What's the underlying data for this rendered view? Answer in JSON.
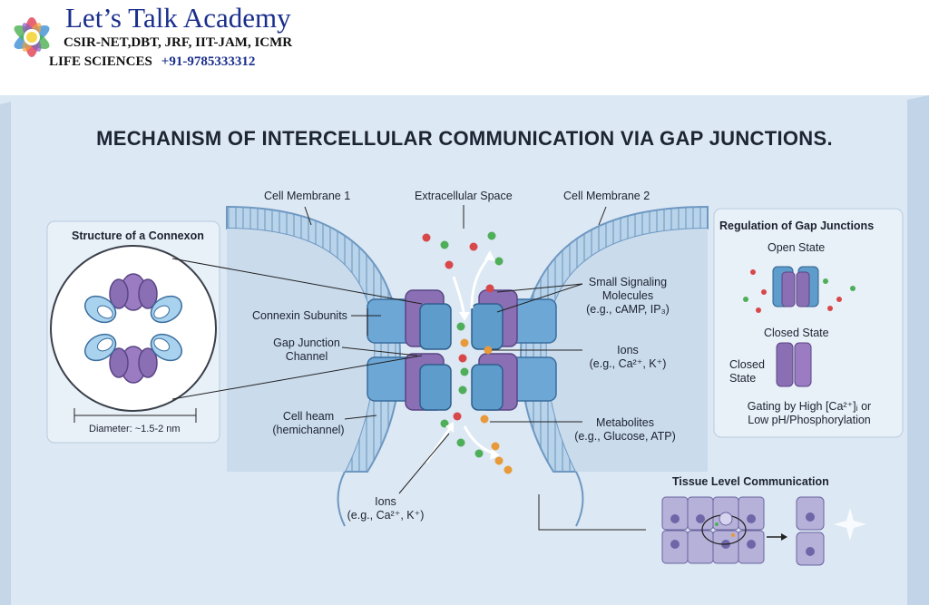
{
  "header": {
    "title": "Let’s Talk Academy",
    "subtitle_line1": "CSIR-NET,DBT, JRF, IIT-JAM, ICMR",
    "subtitle_line2": "LIFE SCIENCES",
    "phone": "+91-9785333312"
  },
  "diagram": {
    "title": "MECHANISM OF INTERCELLULAR COMMUNICATION VIA GAP JUNCTIONS.",
    "membrane1": "Cell Membrane 1",
    "membrane2": "Cell Membrane 2",
    "extracellular": "Extracellular Space",
    "connexin_subunits": "Connexin Subunits",
    "channel_line1": "Gap Junction",
    "channel_line2": "Channel",
    "cellheam_line1": "Cell heam",
    "cellheam_line2": "(hemichannel)",
    "ions_bottom_line1": "Ions",
    "ions_bottom_line2": "(e.g., Ca²⁺, K⁺)",
    "signaling_line1": "Small Signaling",
    "signaling_line2": "Molecules",
    "signaling_line3": "(e.g., cAMP, IP₃)",
    "ions_right_line1": "Ions",
    "ions_right_line2": "(e.g., Ca²⁺, K⁺)",
    "metabolites_line1": "Metabolites",
    "metabolites_line2": "(e.g., Glucose, ATP)"
  },
  "connexon": {
    "title": "Structure of a Connexon",
    "diameter": "Diameter: ~1.5-2 nm"
  },
  "regulation": {
    "title": "Regulation of Gap Junctions",
    "open_state": "Open State",
    "closed_state": "Closed State",
    "closed_line1": "Closed",
    "closed_line2": "State",
    "gating_line1": "Gating by High [Ca²⁺]ᵢ or",
    "gating_line2": "Low pH/Phosphorylation"
  },
  "tissue": {
    "title": "Tissue Level Communication"
  },
  "colors": {
    "panel": "#dce8f3",
    "connexin_blue": "#5e9ccc",
    "connexin_purple": "#8a6fb4",
    "brand_blue": "#1a2e8c"
  }
}
